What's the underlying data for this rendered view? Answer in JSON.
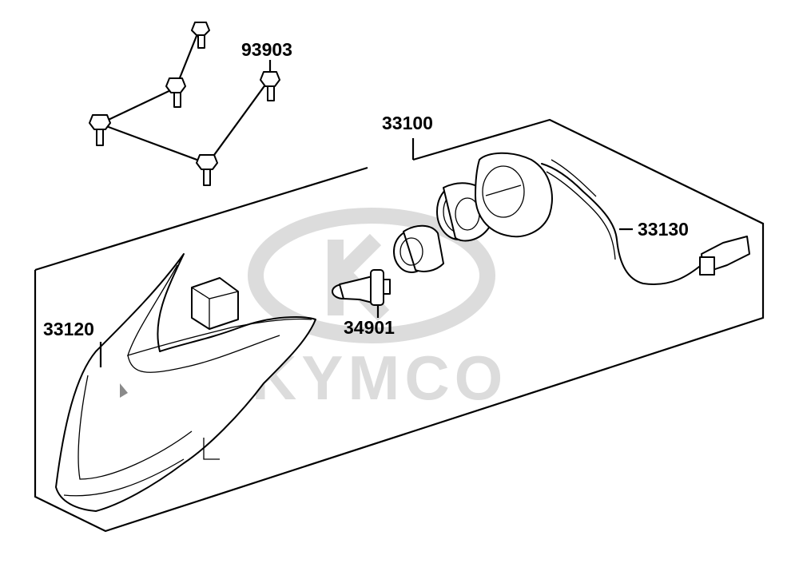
{
  "watermark": {
    "brand": "KYMCO"
  },
  "callouts": {
    "screw": "93903",
    "assembly": "33100",
    "housing": "33120",
    "socket_harness": "33130",
    "bulb": "34901"
  },
  "colors": {
    "line": "#000000",
    "watermark": "#dcdcdc",
    "background": "#ffffff"
  }
}
